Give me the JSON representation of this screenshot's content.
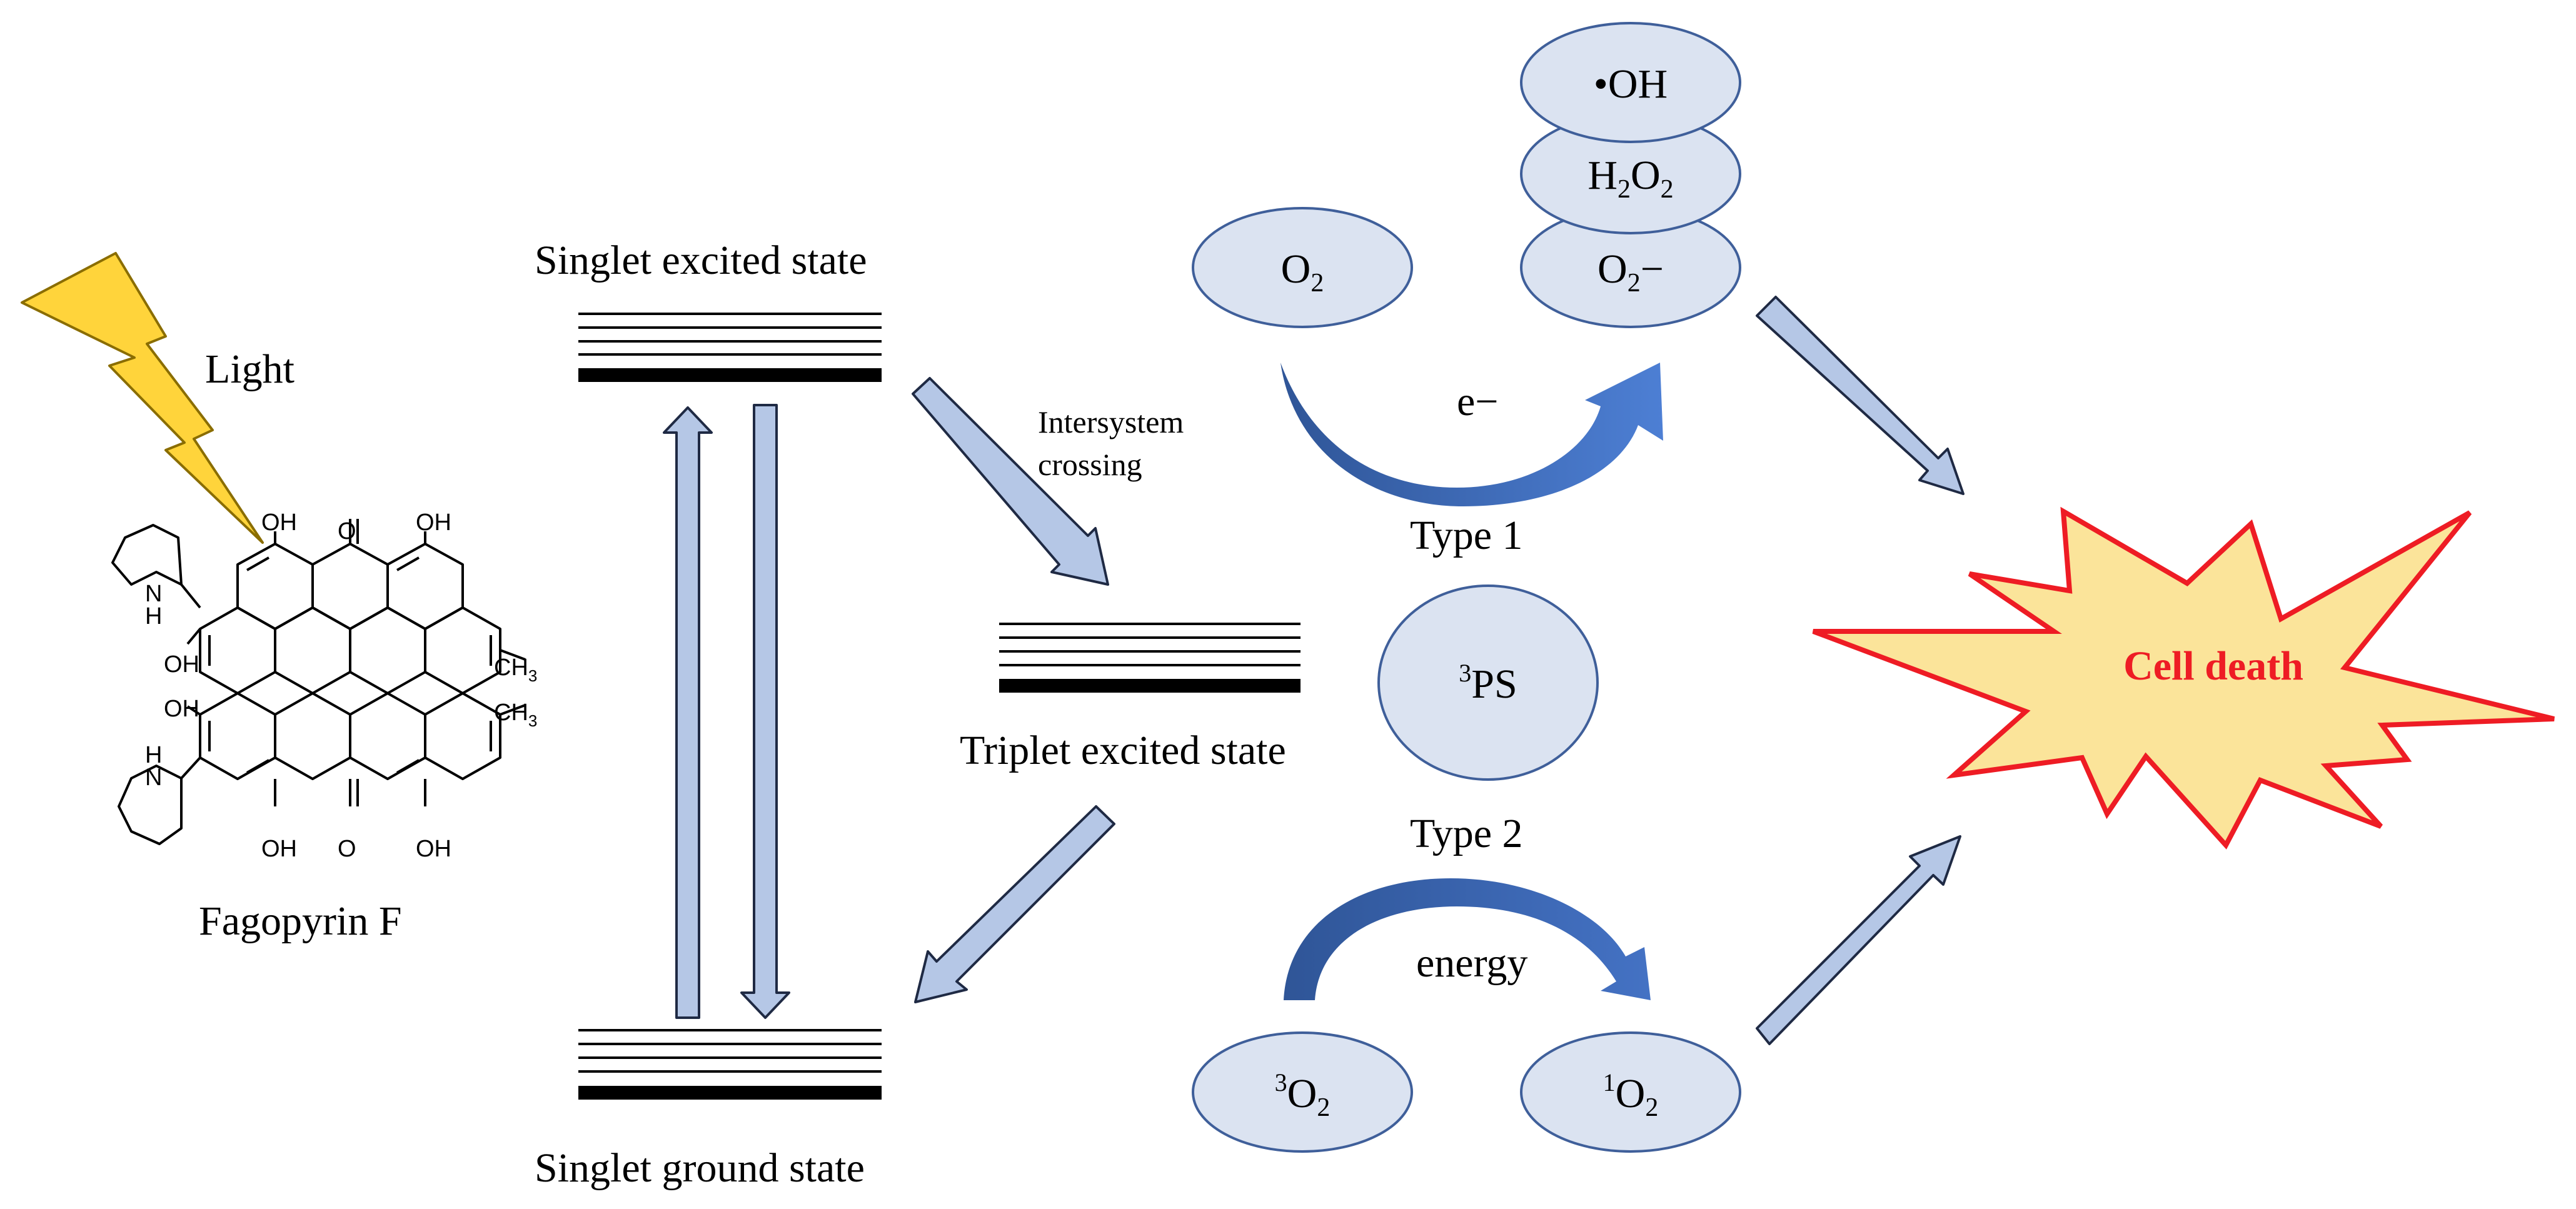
{
  "molecule": {
    "name": "Fagopyrin F",
    "light_label": "Light",
    "substituents": {
      "oh": "OH",
      "nh": "H",
      "n": "N",
      "o": "O",
      "ch3": "CH",
      "ch3_sub": "3"
    }
  },
  "states": {
    "singlet_excited": "Singlet excited state",
    "triplet_excited": "Triplet excited state",
    "singlet_ground": "Singlet ground state"
  },
  "isc_label_1": "Intersystem",
  "isc_label_2": "crossing",
  "photosensitizer": {
    "sup": "3",
    "text": "PS"
  },
  "type1": {
    "label": "Type 1",
    "electron": "e−",
    "oxygen": {
      "main": "O",
      "sub": "2"
    },
    "ros": {
      "hydroxyl": "•OH",
      "peroxide": {
        "a": "H",
        "b": "2",
        "c": "O",
        "d": "2"
      },
      "superoxide": {
        "main": "O",
        "sub": "2",
        "tail": "−"
      }
    }
  },
  "type2": {
    "label": "Type 2",
    "energy": "energy",
    "triplet_oxygen": {
      "sup": "3",
      "main": "O",
      "sub": "2"
    },
    "singlet_oxygen": {
      "sup": "1",
      "main": "O",
      "sub": "2"
    }
  },
  "outcome": "Cell death",
  "colors": {
    "ellipse_fill": "#dbe3f1",
    "ellipse_stroke": "#3f5f9a",
    "arrow_fill": "#b5c7e6",
    "arrow_stroke": "#1f2a44",
    "curve_dark": "#2f5597",
    "curve_light": "#4472c4",
    "star_fill": "#fbe49a",
    "star_stroke": "#ee1c24",
    "bolt_fill": "#ffd43b",
    "bolt_stroke": "#8a6d00"
  }
}
